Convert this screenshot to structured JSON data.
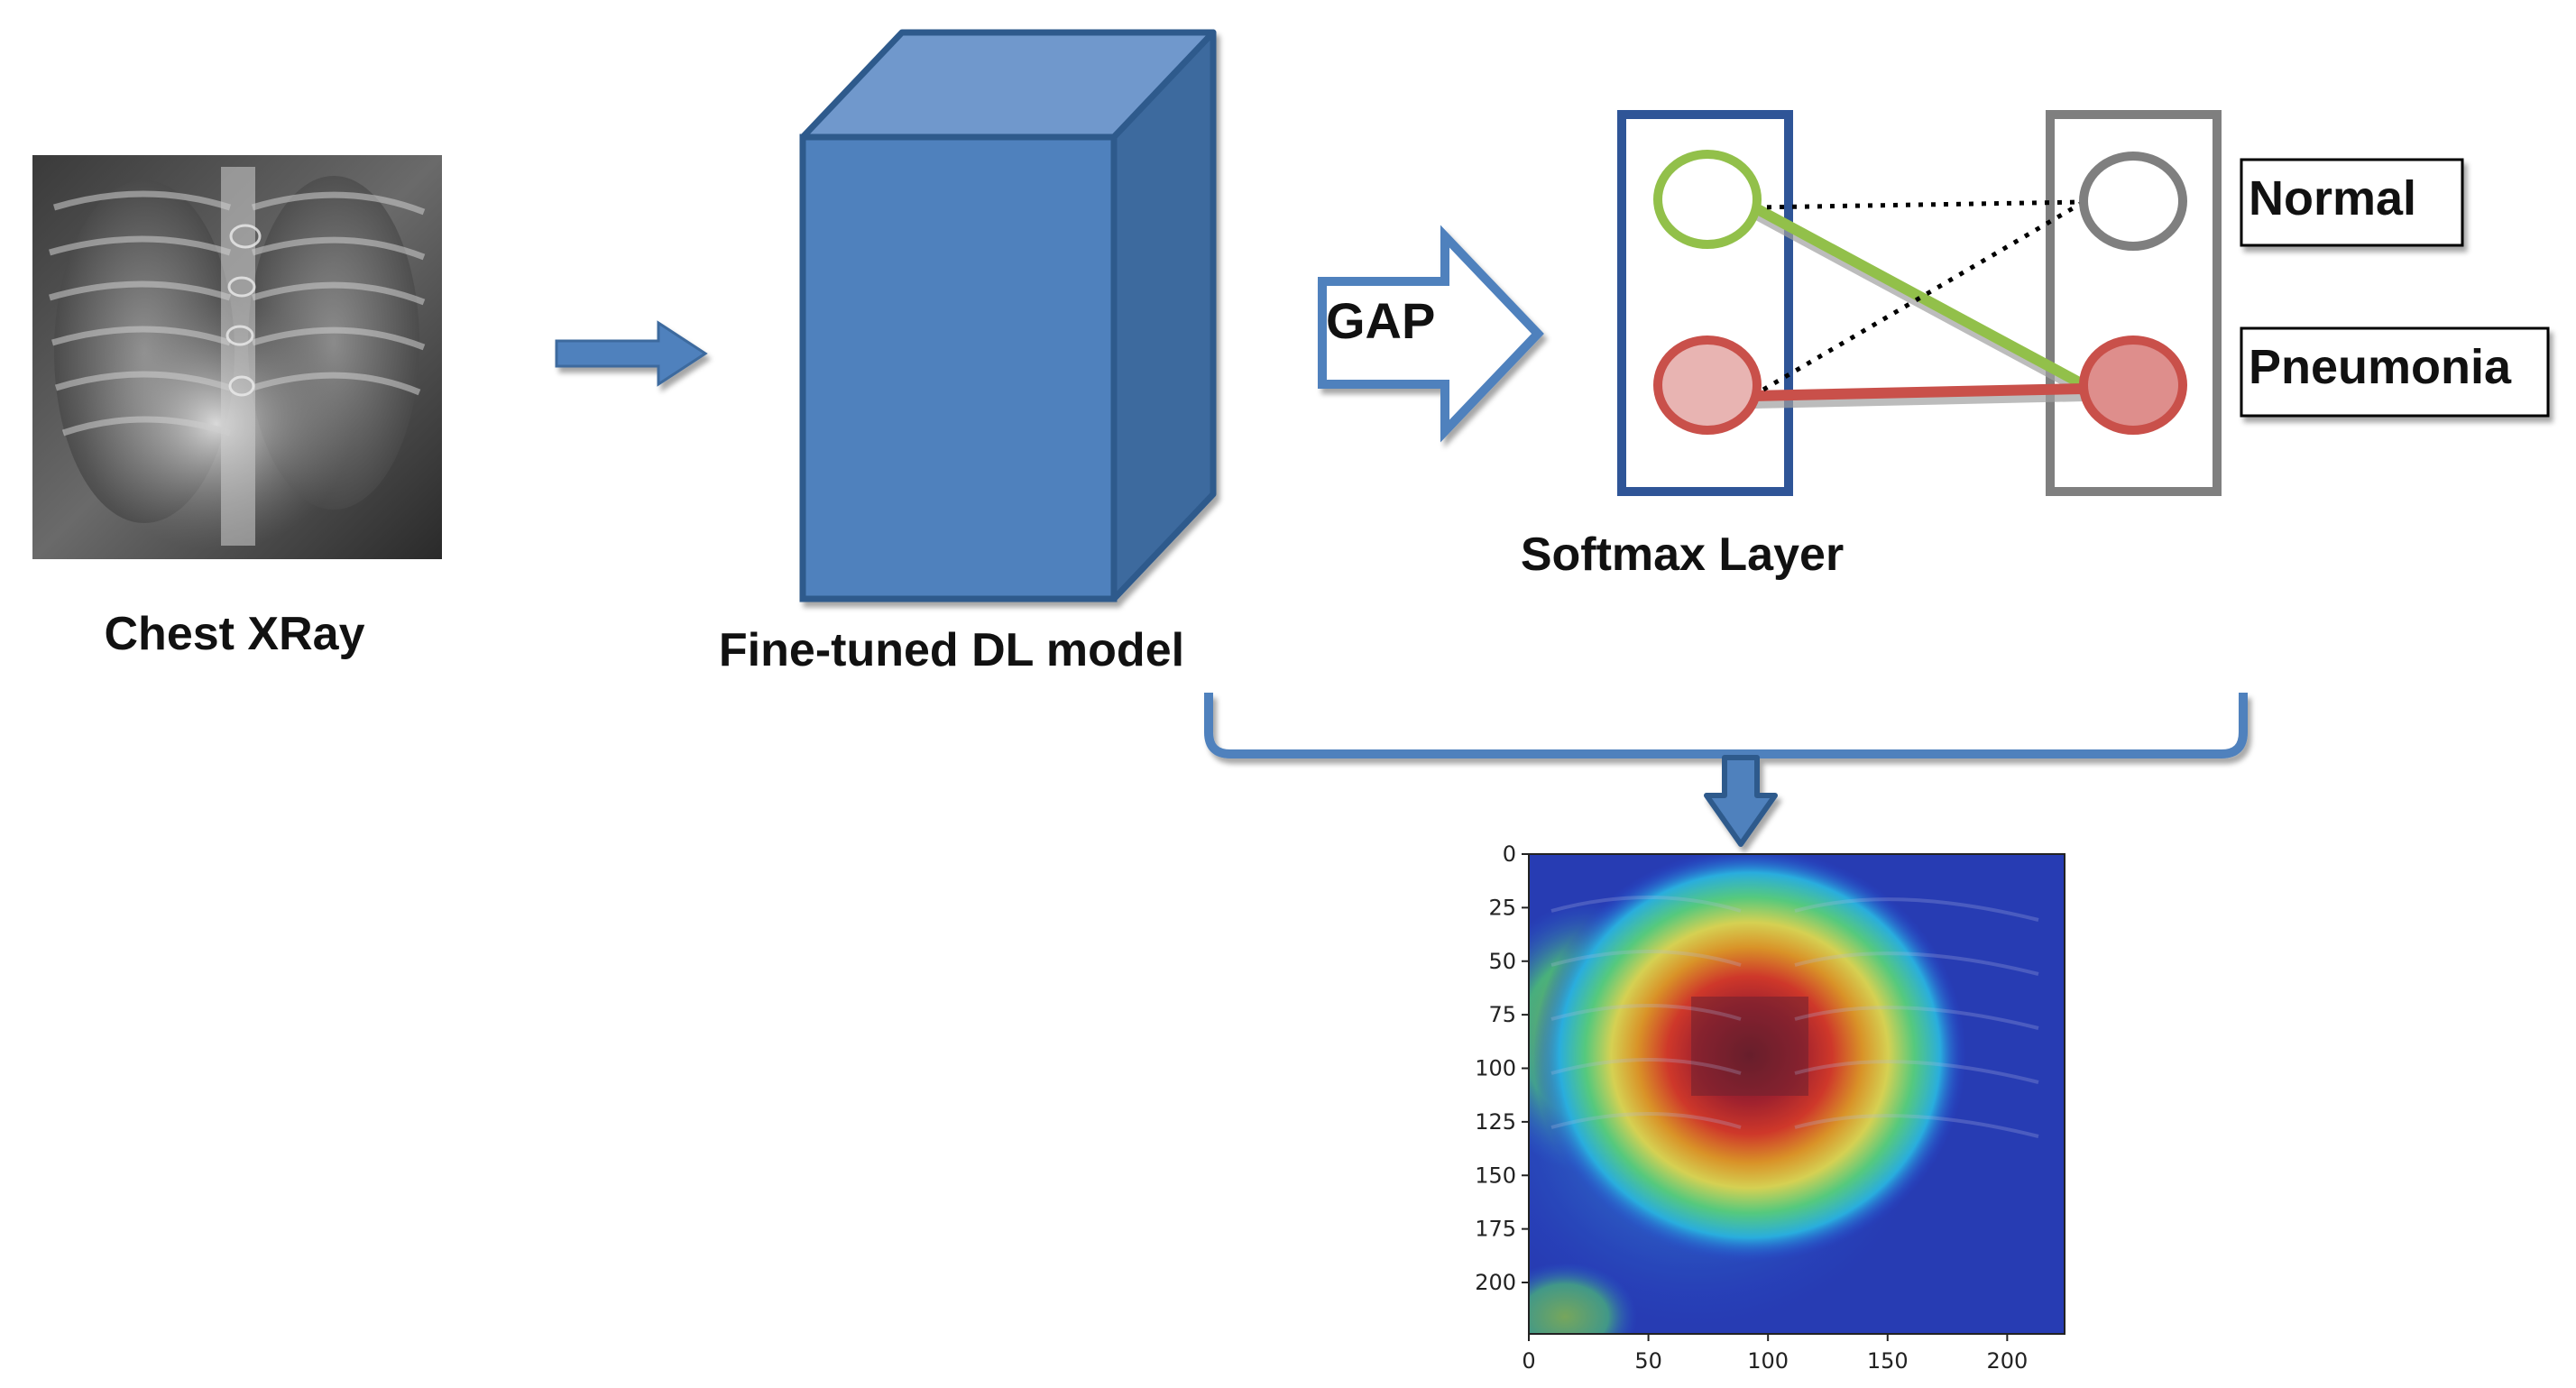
{
  "labels": {
    "input": "Chest XRay",
    "model": "Fine-tuned DL model",
    "gap": "GAP",
    "softmax": "Softmax Layer",
    "class_normal": "Normal",
    "class_pneumonia": "Pneumonia"
  },
  "heatmap_axes": {
    "x_ticks": [
      "0",
      "50",
      "100",
      "150",
      "200"
    ],
    "y_ticks": [
      "0",
      "25",
      "50",
      "75",
      "100",
      "125",
      "150",
      "175",
      "200"
    ]
  },
  "colors": {
    "model_front": "#4f81bd",
    "model_top": "#7098cc",
    "model_side": "#3d6a9e",
    "model_border": "#2f5a8c",
    "arrow": "#4f81bd",
    "softmax_left_box": "#2f5597",
    "softmax_right_box": "#7f7f7f",
    "node_green": "#92c04a",
    "node_gray": "#7f7f7f",
    "node_red": "#c9504a",
    "node_red_fill": "#e8b4b2",
    "node_red_fill2": "#de8e8c"
  }
}
